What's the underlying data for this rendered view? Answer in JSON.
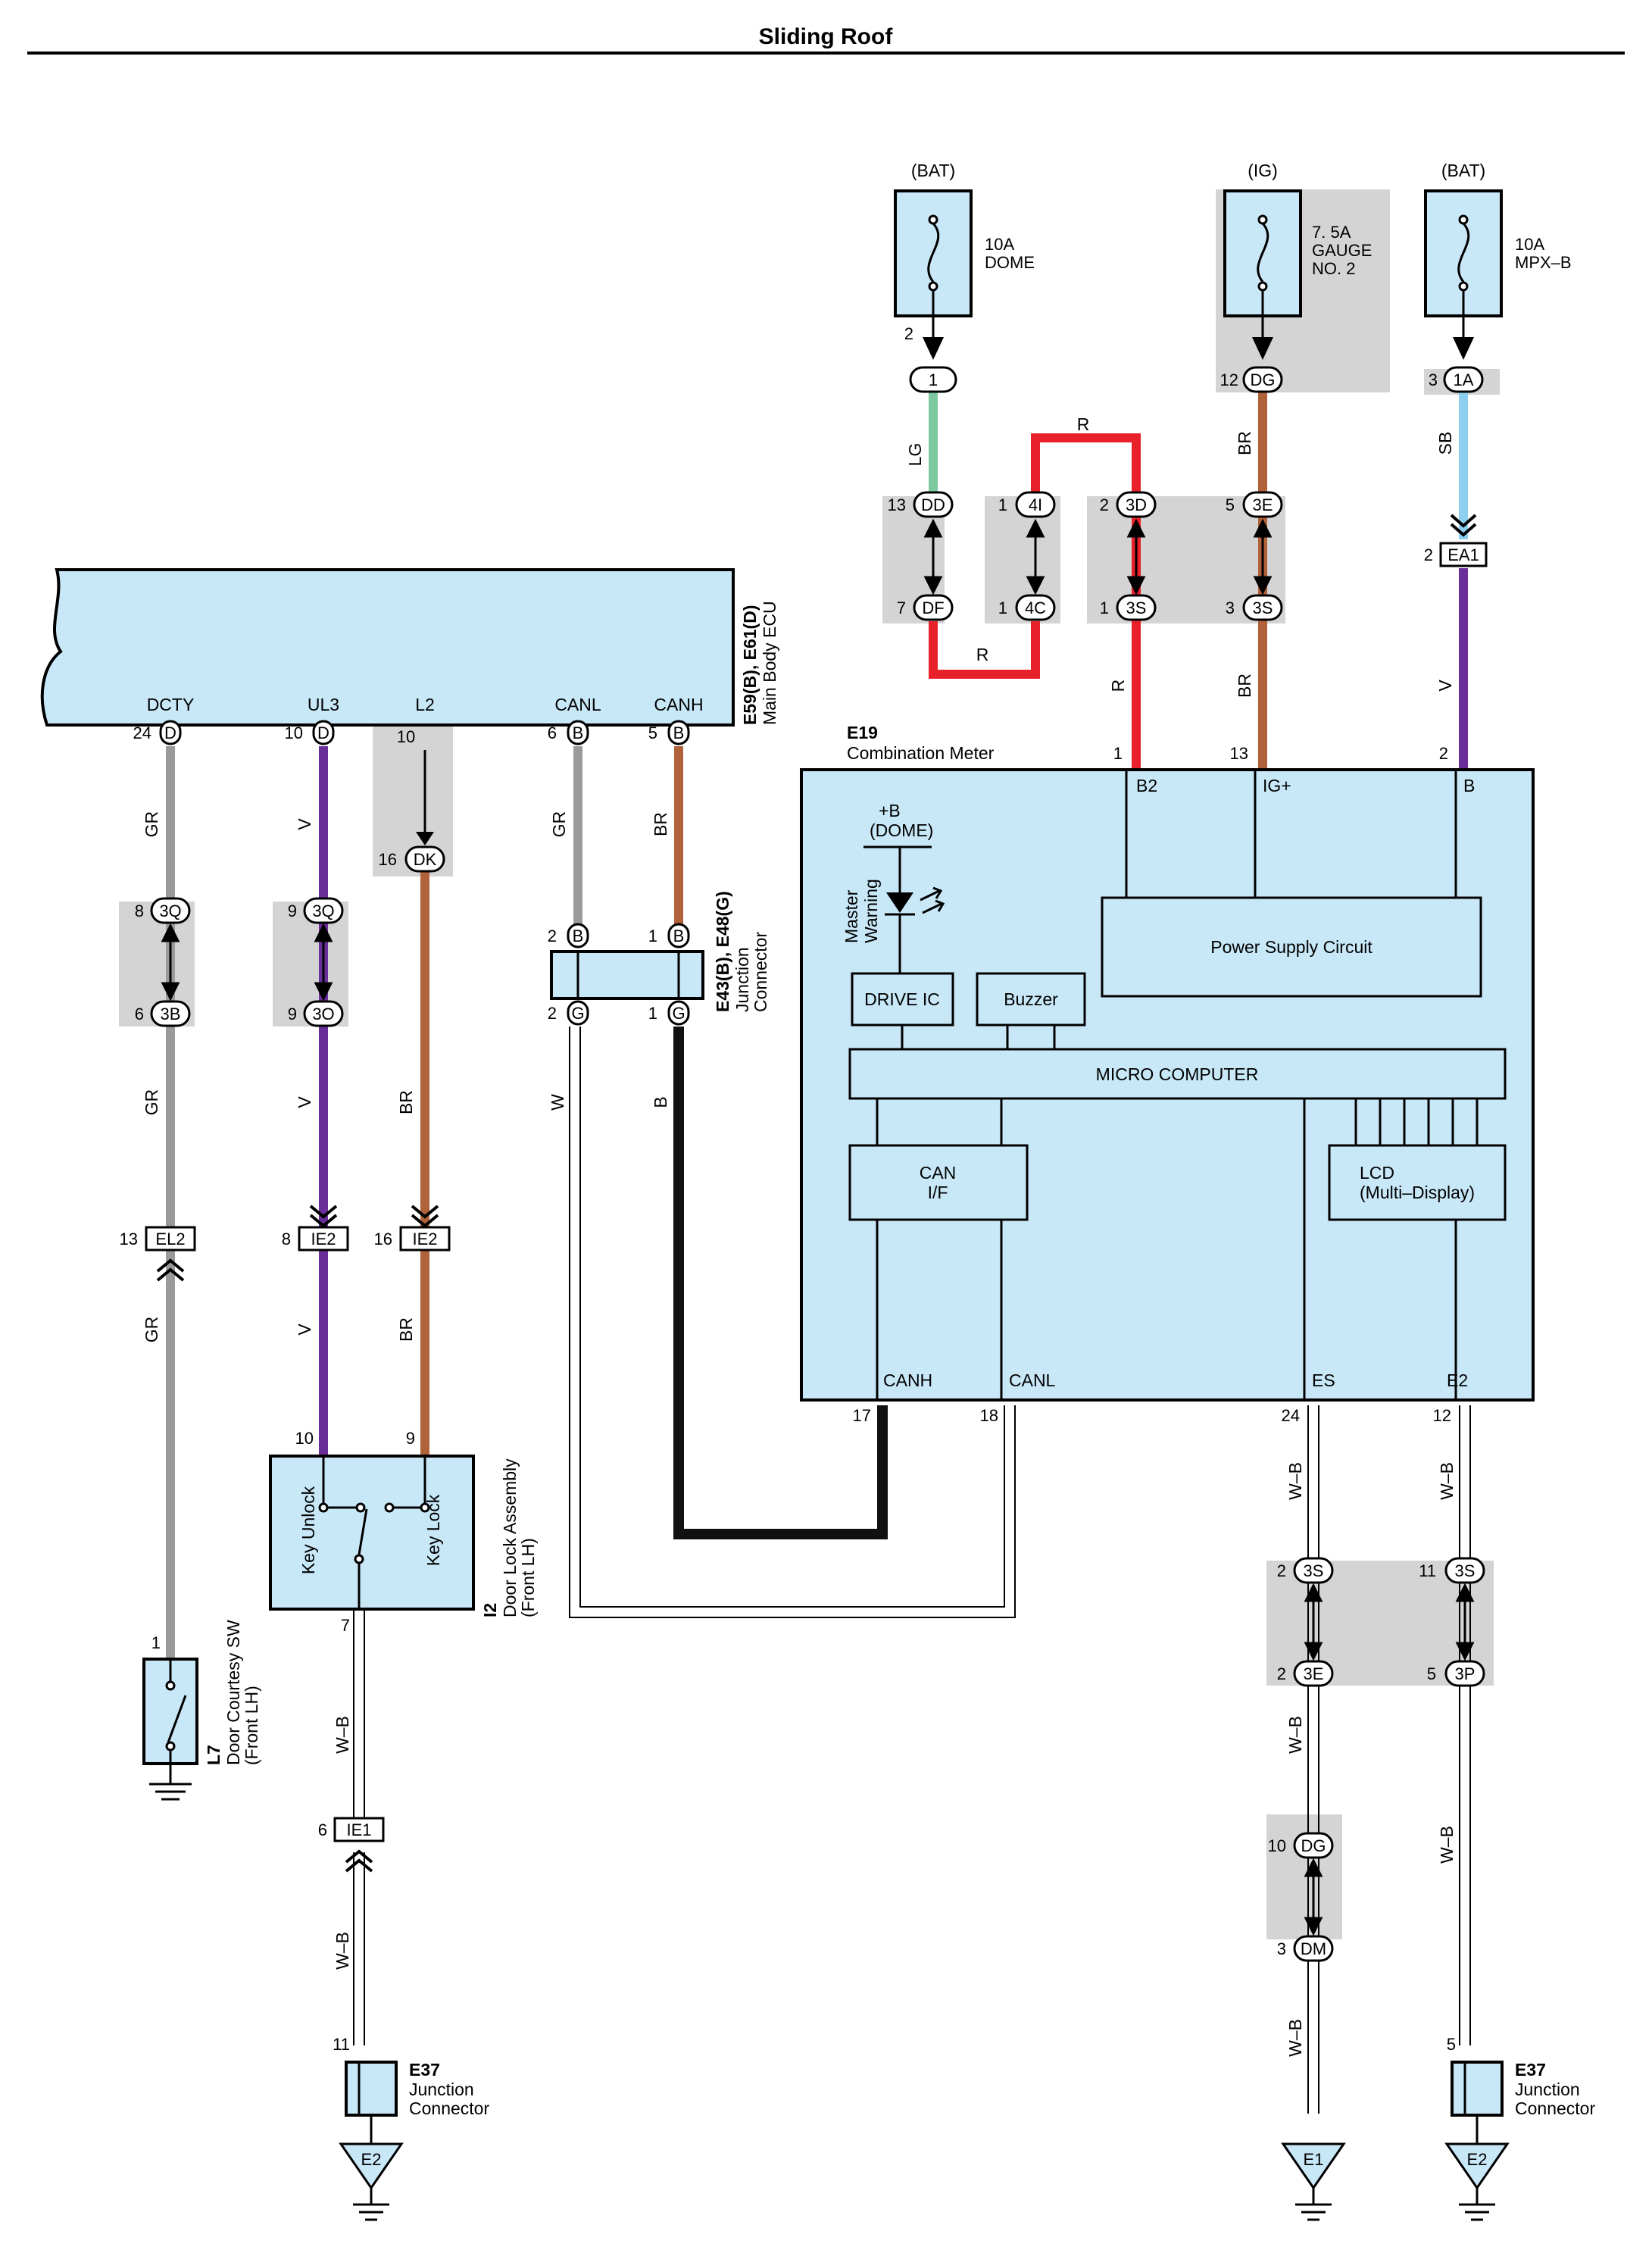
{
  "title": "Sliding Roof",
  "ecu": {
    "name": "Main Body ECU",
    "code": "E59(B), E61(D)",
    "terminals": [
      {
        "label": "DCTY",
        "pin": "24",
        "conn": "D"
      },
      {
        "label": "UL3",
        "pin": "10",
        "conn": "D"
      },
      {
        "label": "L2",
        "pin": "10",
        "conn": ""
      },
      {
        "label": "CANL",
        "pin": "6",
        "conn": "B"
      },
      {
        "label": "CANH",
        "pin": "5",
        "conn": "B"
      }
    ]
  },
  "fuses": [
    {
      "source": "(BAT)",
      "line1": "10A",
      "line2": "DOME",
      "line3": ""
    },
    {
      "source": "(IG)",
      "line1": "7. 5A",
      "line2": "GAUGE",
      "line3": "NO. 2"
    },
    {
      "source": "(BAT)",
      "line1": "10A",
      "line2": "MPX–B",
      "line3": ""
    }
  ],
  "meter": {
    "code": "E19",
    "name": "Combination Meter",
    "inputs": [
      "B2",
      "IG+",
      "B"
    ],
    "dome_line1": "+B",
    "dome_line2": "(DOME)",
    "warning_line1": "Master",
    "warning_line2": "Warning",
    "power_supply": "Power Supply Circuit",
    "drive_ic": "DRIVE IC",
    "buzzer": "Buzzer",
    "micro": "MICRO COMPUTER",
    "can_line1": "CAN",
    "can_line2": "I/F",
    "lcd_line1": "LCD",
    "lcd_line2": "(Multi–Display)",
    "outputs": [
      "CANH",
      "CANL",
      "ES",
      "E2"
    ]
  },
  "junction_connector_canbus": {
    "code": "E43(B), E48(G)",
    "line1": "Junction",
    "line2": "Connector"
  },
  "door_lock": {
    "code": "I2",
    "line1": "Door Lock Assembly",
    "line2": "(Front LH)",
    "key_unlock": "Key Unlock",
    "key_lock": "Key Lock"
  },
  "courtesy": {
    "code": "L7",
    "line1": "Door Courtesy SW",
    "line2": "(Front LH)"
  },
  "e37": {
    "code": "E37",
    "line1": "Junction",
    "line2": "Connector"
  },
  "grounds": [
    "E2",
    "E1",
    "E2"
  ],
  "wire_labels": {
    "lg": "LG",
    "r": "R",
    "br": "BR",
    "sb": "SB",
    "v": "V",
    "gr": "GR",
    "w": "W",
    "b": "B",
    "wb": "W–B"
  },
  "connectors": {
    "c1": "1",
    "dd": "DD",
    "df": "DF",
    "c4i": "4I",
    "c4c": "4C",
    "c3d": "3D",
    "c3s": "3S",
    "dg": "DG",
    "c3e": "3E",
    "c1a": "1A",
    "ea1": "EA1",
    "dk": "DK",
    "c3q": "3Q",
    "c3b": "3B",
    "c3o": "3O",
    "el2": "EL2",
    "ie2": "IE2",
    "ie1": "IE1",
    "g": "G",
    "bconn": "B",
    "c3p": "3P",
    "dm": "DM"
  },
  "pins": {
    "p1": "1",
    "p2": "2",
    "p3": "3",
    "p5": "5",
    "p6": "6",
    "p7": "7",
    "p8": "8",
    "p9": "9",
    "p10": "10",
    "p11": "11",
    "p12": "12",
    "p13": "13",
    "p16": "16",
    "p17": "17",
    "p18": "18",
    "p24": "24"
  },
  "colors": {
    "box_fill": "#c8e8f8",
    "gray_region": "#d4d4d4",
    "wire_lg": "#7ec8a0",
    "wire_r": "#e8202a",
    "wire_br": "#b0623a",
    "wire_sb": "#8ccff0",
    "wire_v": "#6a2e9a",
    "wire_gr": "#9a9a9a",
    "wire_b": "#111111"
  }
}
